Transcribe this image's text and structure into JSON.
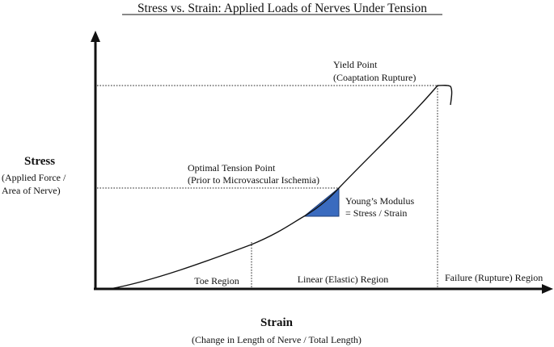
{
  "title": "Stress vs. Strain: Applied Loads of Nerves Under Tension",
  "y_axis": {
    "label": "Stress",
    "sub_lines": [
      "(Applied Force /",
      "Area of Nerve)"
    ]
  },
  "x_axis": {
    "label": "Strain",
    "sublabel": "(Change in Length of Nerve / Total Length)"
  },
  "annotations": {
    "yield_point": [
      "Yield Point",
      "(Coaptation Rupture)"
    ],
    "optimal_tension": [
      "Optimal Tension Point",
      "(Prior to Microvascular Ischemia)"
    ],
    "youngs_modulus": [
      "Young’s Modulus",
      "= Stress / Strain"
    ]
  },
  "regions": {
    "toe": "Toe Region",
    "linear": "Linear (Elastic) Region",
    "failure": "Failure (Rupture) Region"
  },
  "colors": {
    "curve": "#111111",
    "axis": "#111111",
    "modulus_triangle": "#3a6bbf",
    "modulus_edge": "#1f3f7a"
  }
}
